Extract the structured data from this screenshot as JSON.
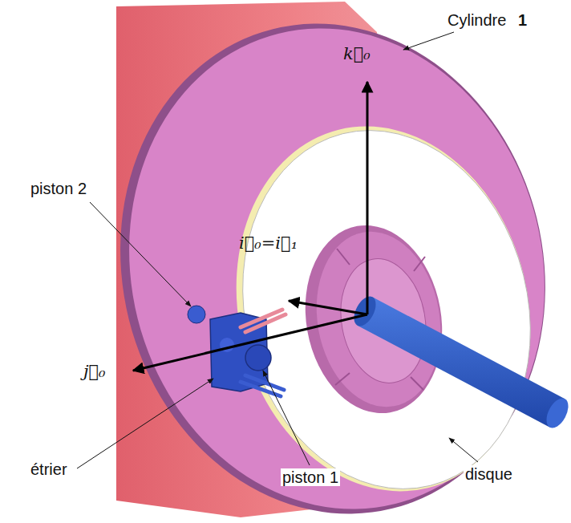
{
  "diagram": {
    "labels": [
      "Cylindre",
      "1",
      "k⃗₀",
      "piston 2",
      "i⃗₀=i⃗₁",
      "j⃗₀",
      "étrier",
      "piston 1",
      "disque"
    ]
  }
}
